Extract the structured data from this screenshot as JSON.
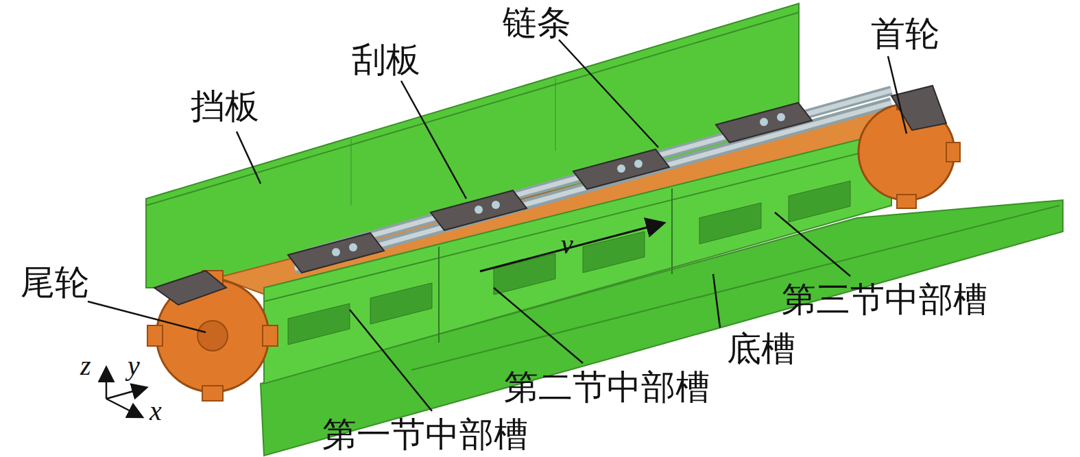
{
  "diagram": {
    "labels": [
      "挡板",
      "刮板",
      "链条",
      "首轮",
      "尾轮",
      "第三节中部槽",
      "底槽",
      "第二节中部槽",
      "第一节中部槽",
      "v",
      "z",
      "y",
      "x"
    ]
  }
}
